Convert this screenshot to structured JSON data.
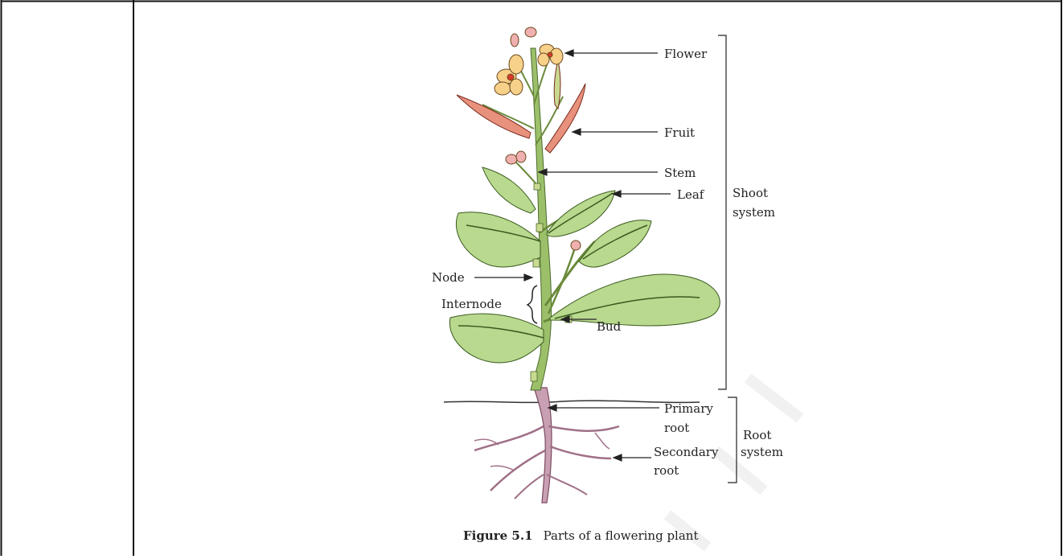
{
  "labels": {
    "flower": "Flower",
    "fruit": "Fruit",
    "stem": "Stem",
    "leaf": "Leaf",
    "node": "Node",
    "internode": "Internode",
    "bud": "Bud",
    "primary_root_1": "Primary",
    "primary_root_2": "root",
    "secondary_root_1": "Secondary",
    "secondary_root_2": "root"
  },
  "brackets": {
    "shoot_1": "Shoot",
    "shoot_2": "system",
    "root_1": "Root",
    "root_2": "system"
  },
  "caption": {
    "number": "Figure 5.1",
    "text": "Parts of a flowering plant"
  },
  "colors": {
    "stem": "#7aa83a",
    "leaf": "#a8cf7a",
    "leaf_dark": "#4a7a2a",
    "root": "#a87a8e",
    "petal": "#f7d08a",
    "fruit": "#e58a7a"
  }
}
